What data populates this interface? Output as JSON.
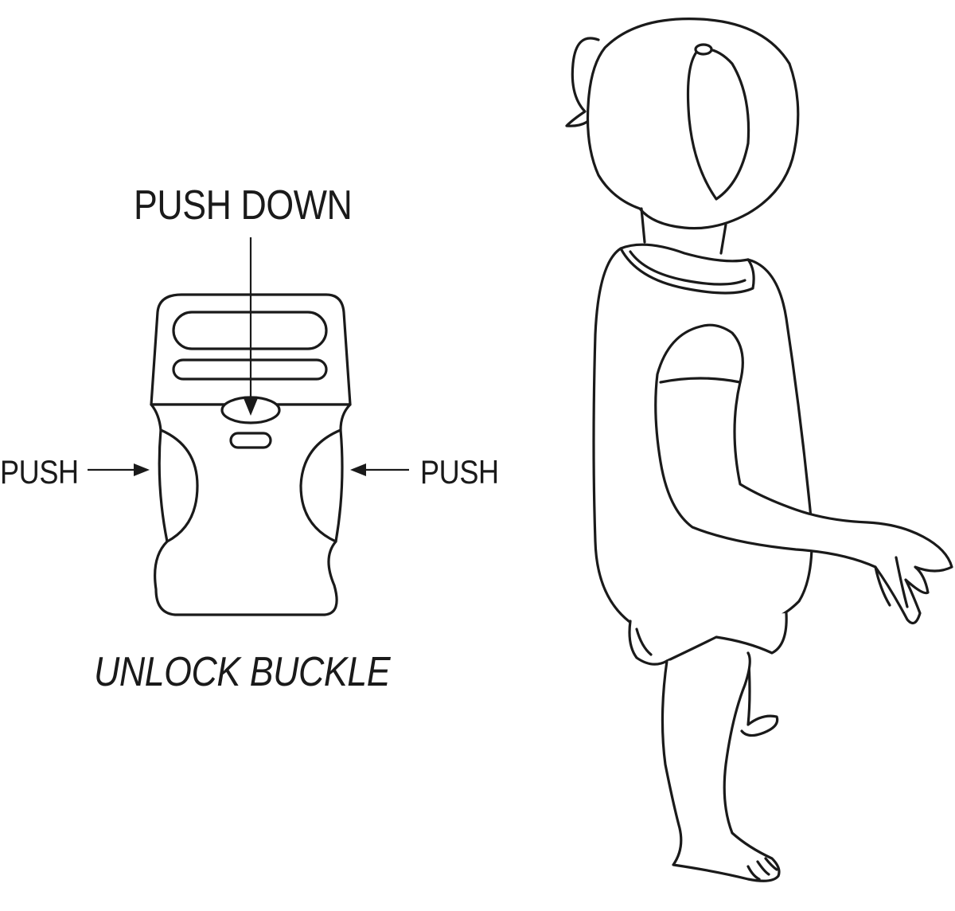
{
  "labels": {
    "push_down": "PUSH DOWN",
    "push_left": "PUSH",
    "push_right": "PUSH",
    "caption": "UNLOCK BUCKLE"
  },
  "colors": {
    "line": "#1a1a1a",
    "background": "#ffffff"
  }
}
